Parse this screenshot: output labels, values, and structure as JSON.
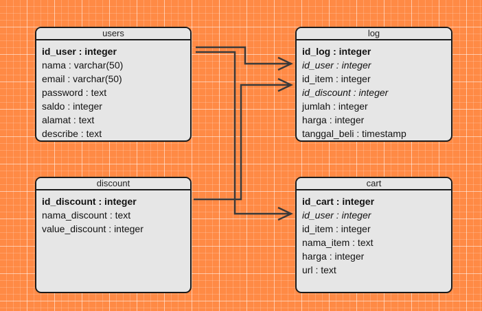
{
  "entities": {
    "users": {
      "title": "users",
      "fields": [
        "id_user : integer",
        "nama : varchar(50)",
        "email : varchar(50)",
        "password : text",
        "saldo : integer",
        "alamat : text",
        "describe : text"
      ]
    },
    "log": {
      "title": "log",
      "fields": [
        "id_log : integer",
        "id_user : integer",
        "id_item : integer",
        "id_discount : integer",
        "jumlah : integer",
        "harga : integer",
        "tanggal_beli : timestamp"
      ]
    },
    "discount": {
      "title": "discount",
      "fields": [
        "id_discount : integer",
        "nama_discount : text",
        "value_discount : integer"
      ]
    },
    "cart": {
      "title": "cart",
      "fields": [
        "id_cart : integer",
        "id_user : integer",
        "id_item : integer",
        "nama_item : text",
        "harga : integer",
        "url : text"
      ]
    }
  },
  "colors": {
    "background": "#ff8a45",
    "entity_fill": "#e6e6e6",
    "connector": "#3a3a3a"
  }
}
